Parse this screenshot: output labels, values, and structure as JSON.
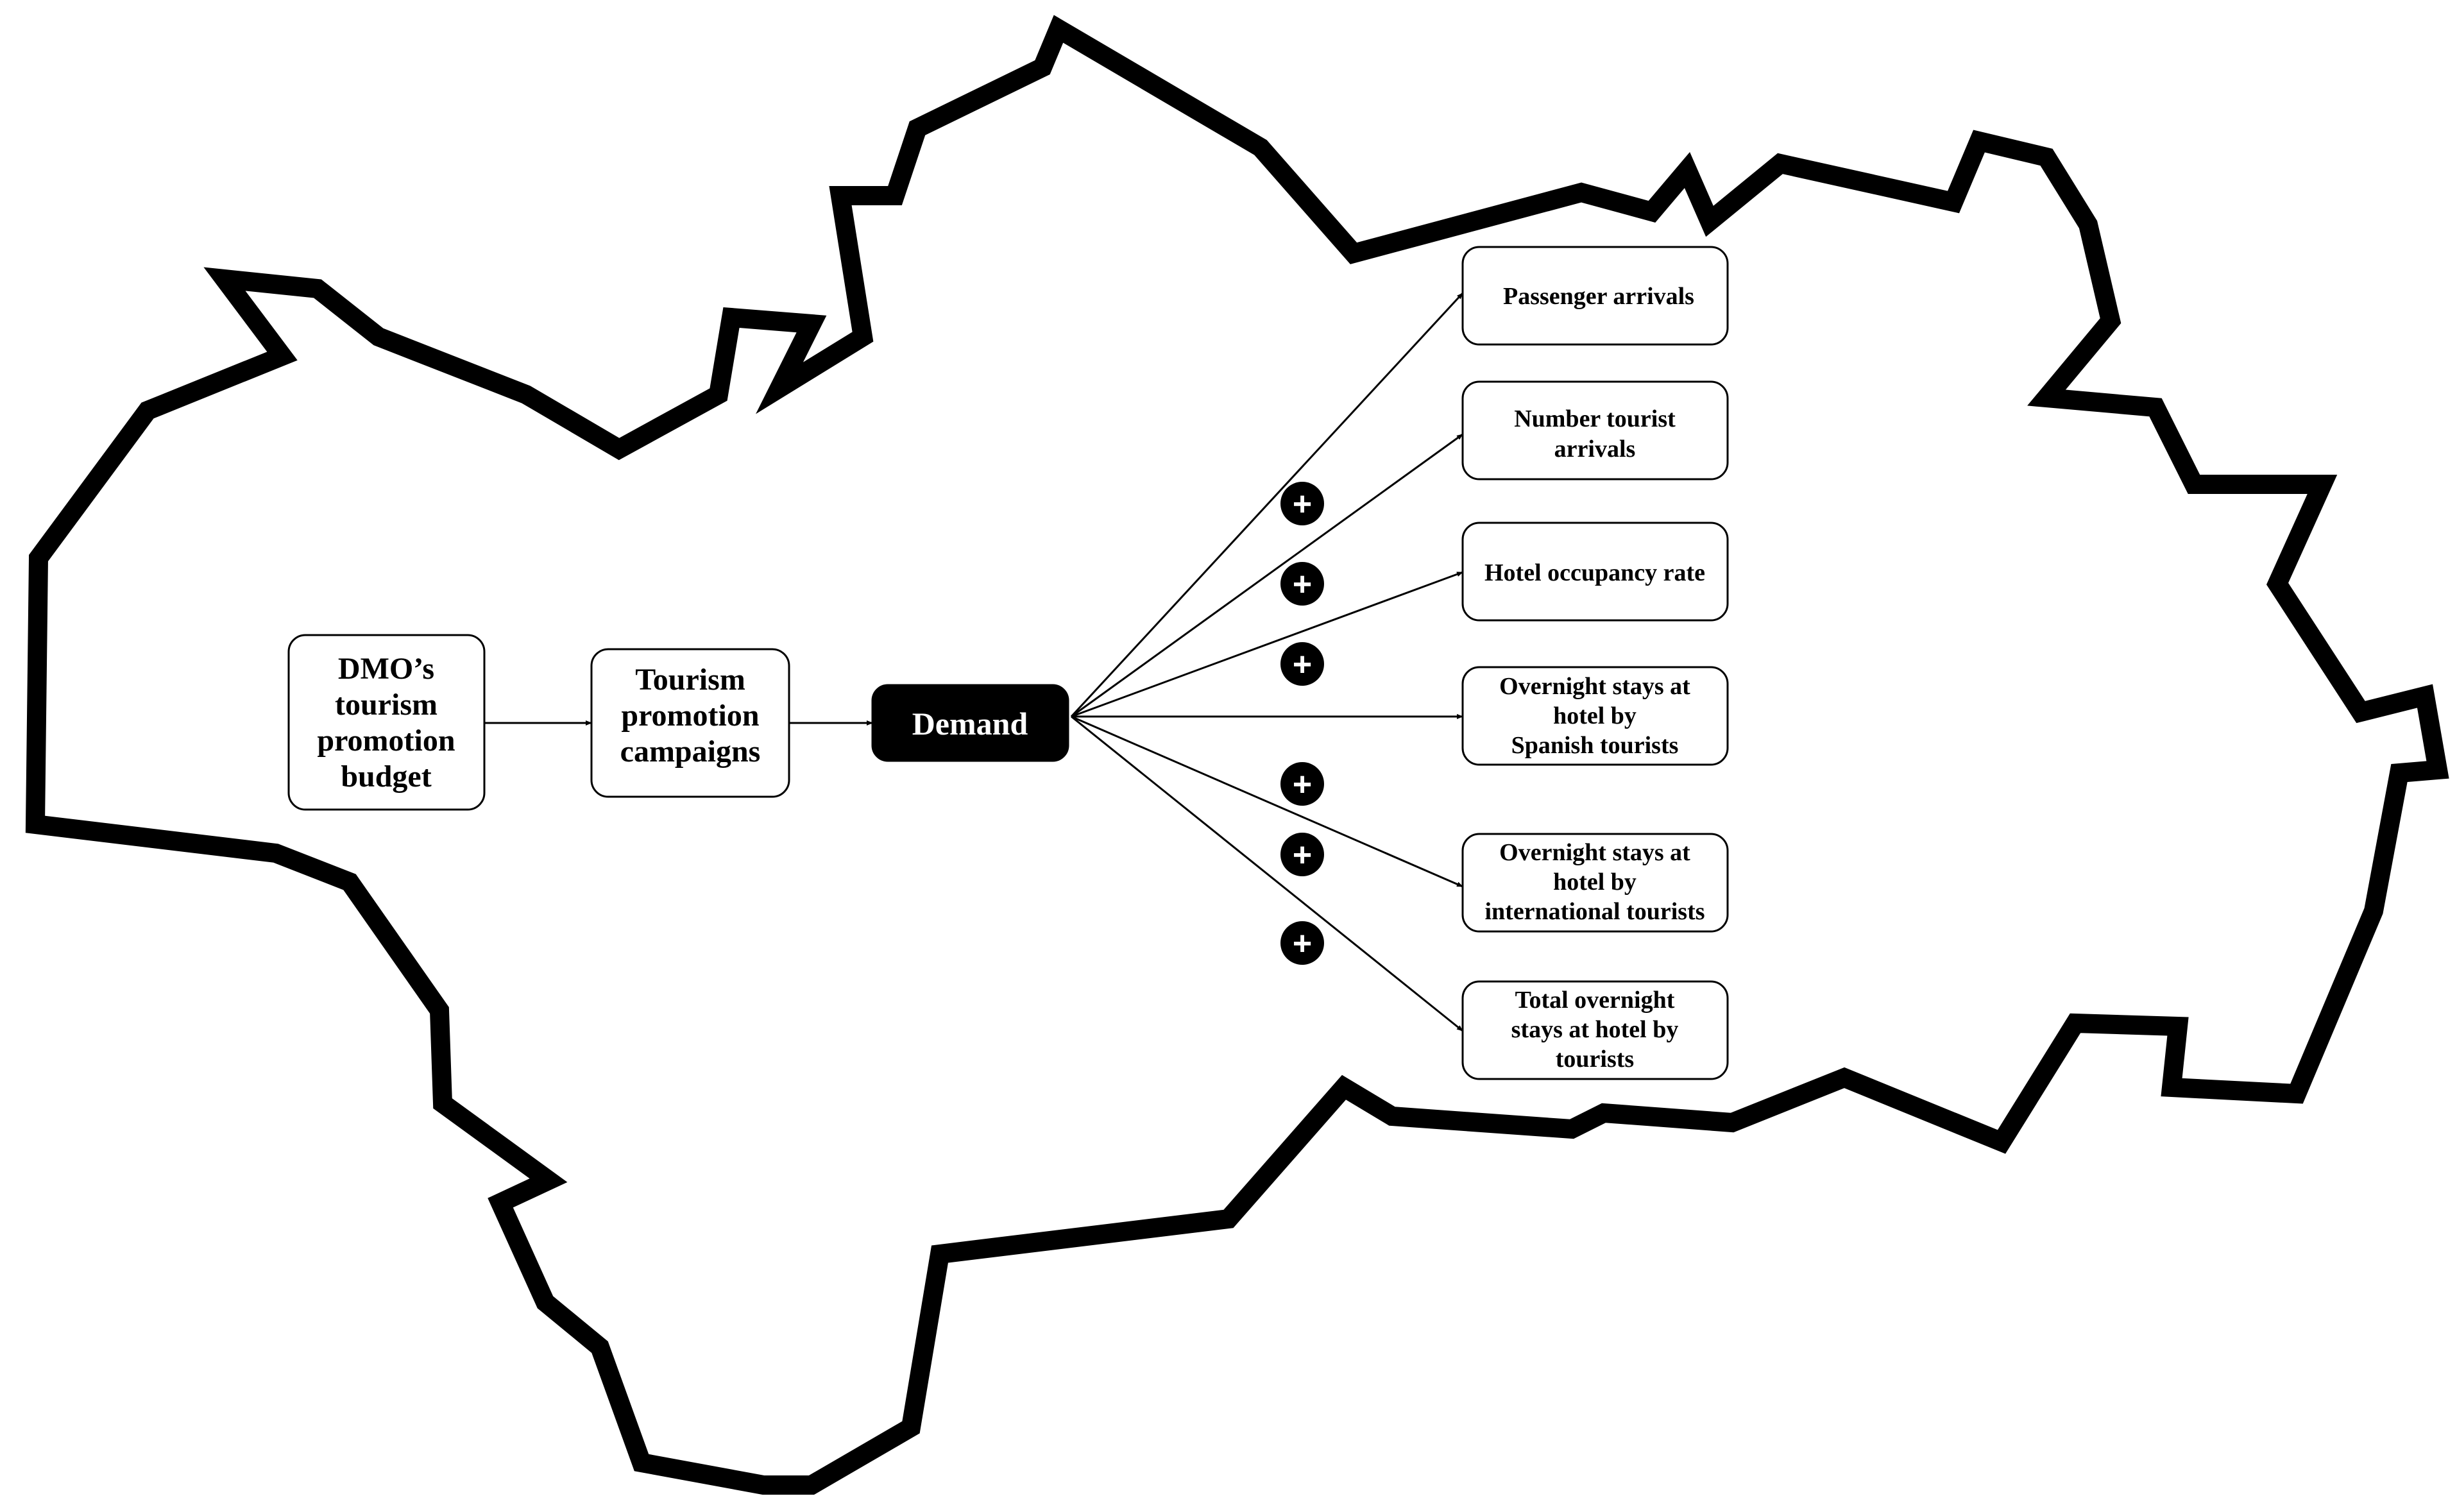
{
  "map": {
    "name": ""
  },
  "nodes": {
    "budget": {
      "lines": [
        "DMO’s",
        "tourism",
        "promotion",
        "budget"
      ]
    },
    "campaigns": {
      "lines": [
        "Tourism",
        "promotion",
        "campaigns"
      ]
    },
    "demand": {
      "lines": [
        "Demand"
      ]
    },
    "passenger_arrivals": {
      "lines": [
        "Passenger arrivals"
      ]
    },
    "tourist_arrivals": {
      "lines": [
        "Number tourist",
        "arrivals"
      ]
    },
    "hotel_occupancy": {
      "lines": [
        "Hotel occupancy rate"
      ]
    },
    "stays_spanish": {
      "lines": [
        "Overnight stays at",
        "hotel by",
        "Spanish tourists"
      ]
    },
    "stays_international": {
      "lines": [
        "Overnight stays at",
        "hotel by",
        "international tourists"
      ]
    },
    "stays_total": {
      "lines": [
        "Total overnight",
        "stays at hotel by",
        "tourists"
      ]
    }
  },
  "edge_signs": {
    "plus_symbol": "+",
    "count": 6
  },
  "colors": {
    "outline": "#000000",
    "demand_fill": "#000000",
    "demand_text": "#ffffff",
    "box_fill": "#ffffff"
  }
}
